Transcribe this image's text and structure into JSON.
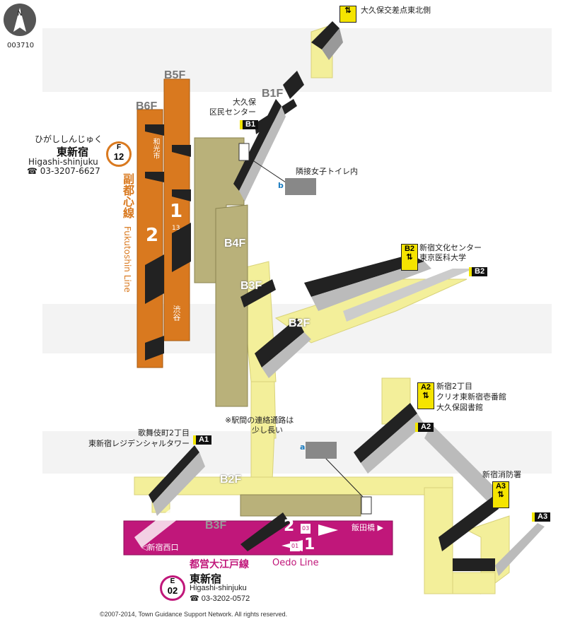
{
  "map_id": "003710",
  "compass": "N",
  "stations": {
    "fukutoshin": {
      "kana": "ひがししんじゅく",
      "name": "東新宿",
      "romaji": "Higashi-shinjuku",
      "phone": "☎ 03-3207-6627",
      "code_letter": "F",
      "code_number": "12",
      "line_jp": "副都心線",
      "line_en": "Fukutoshin Line",
      "color": "#d9791f"
    },
    "oedo": {
      "name": "東新宿",
      "romaji": "Higashi-shinjuku",
      "phone": "☎ 03-3202-0572",
      "code_letter": "E",
      "code_number": "02",
      "line_jp": "都営大江戸線",
      "line_en": "Oedo Line",
      "color": "#c0177a"
    }
  },
  "floors": [
    "B1F",
    "B2F",
    "B2F",
    "B3F",
    "B3F",
    "B4F",
    "B5F",
    "B6F"
  ],
  "platforms": {
    "f_track1": "1",
    "f_track2": "2",
    "f_dir_shibuya": "渋谷",
    "f_dir_ikebukuro": "和光市",
    "f_track1_num": "13",
    "e_track2": "2",
    "e_track1": "1",
    "e_dir_iidabashi": "飯田橋",
    "e_dir_shinjuku_nishiguchi": "◁新宿西口",
    "e_num_03": "03",
    "e_num_01": "01"
  },
  "exits": {
    "a1": {
      "code": "A1",
      "label_lines": [
        "歌舞伎町2丁目",
        "東新宿レジデンシャルタワー"
      ]
    },
    "a2": {
      "code": "A2",
      "label_lines": [
        "新宿2丁目",
        "クリオ東新宿壱番館",
        "大久保図書館"
      ]
    },
    "a3": {
      "code": "A3",
      "label_lines": [
        "新宿消防署"
      ]
    },
    "a3b": {
      "code": "A3"
    },
    "b1": {
      "code": "B1",
      "label_lines": [
        "大久保",
        "区民センター"
      ]
    },
    "b2": {
      "code": "B2",
      "label_lines": [
        "新宿文化センター",
        "東京医科大学"
      ]
    },
    "b2b": {
      "code": "B2"
    },
    "top": {
      "label": "大久保交差点東北側"
    }
  },
  "notes": {
    "toilet": "隣接女子トイレ内",
    "transfer_line1": "※駅間の連絡通路は",
    "transfer_line2": "少し長い",
    "facility_a": "a",
    "facility_b": "b"
  },
  "copyright": "©2007-2014, Town Guidance Support Network. All rights reserved."
}
